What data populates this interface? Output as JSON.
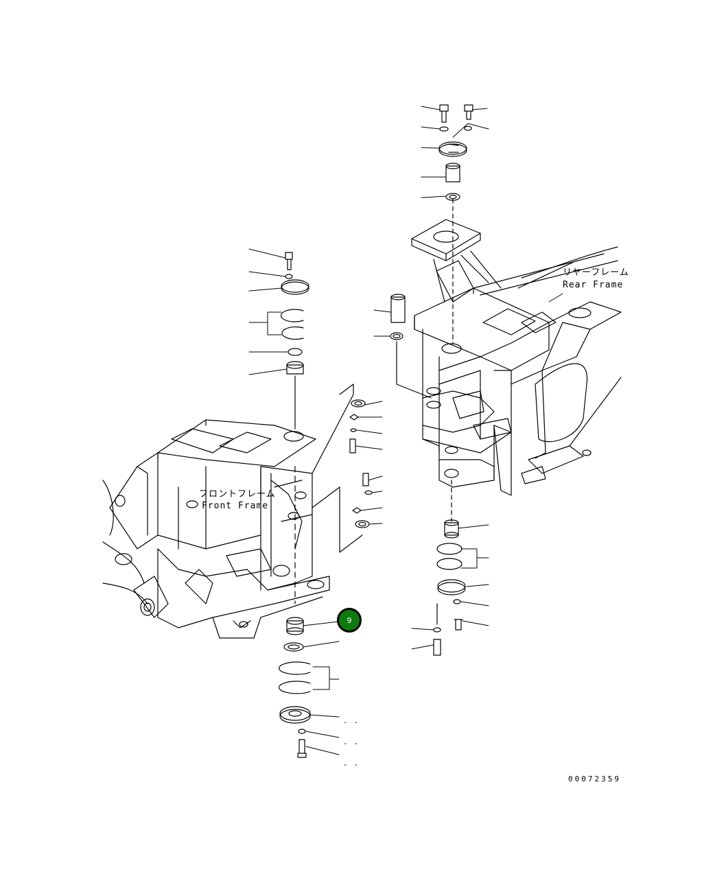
{
  "labels": {
    "rear_frame_jp": "リヤーフレーム",
    "rear_frame_en": "Rear Frame",
    "front_frame_jp": "フロントフレーム",
    "front_frame_en": "Front Frame",
    "drawing_number": "00072359"
  },
  "callout": {
    "number": "9",
    "color": "#0e7a0e"
  },
  "placeholders": [
    "- -",
    "- -",
    "- -"
  ]
}
